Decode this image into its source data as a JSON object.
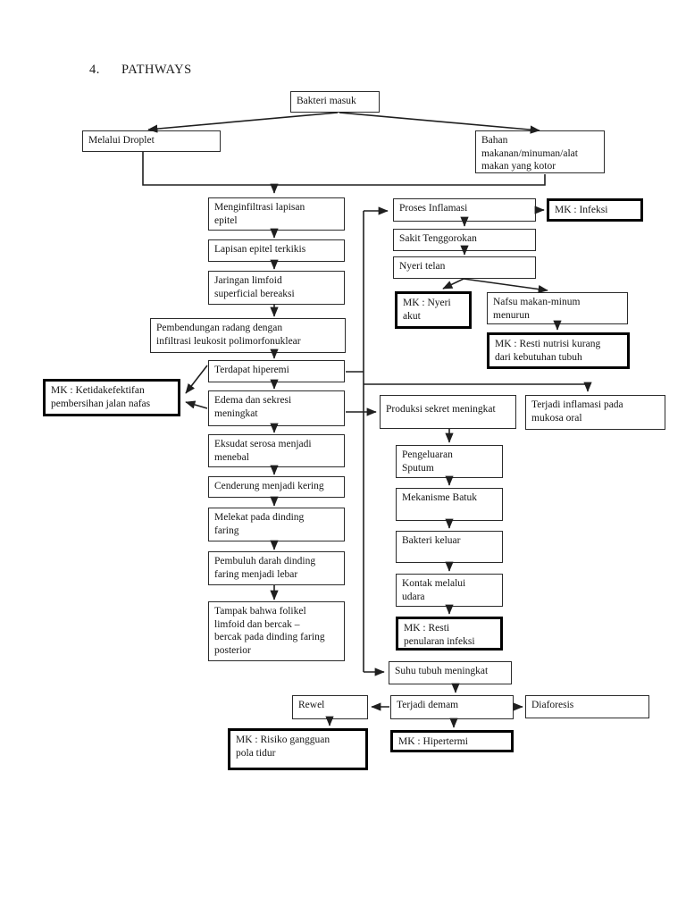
{
  "page": {
    "number": "4.",
    "title": "PATHWAYS"
  },
  "colors": {
    "background": "#ffffff",
    "line": "#1f1f1f",
    "box_border": "#2b2b2b",
    "mk_box_border": "#000000",
    "text": "#141414"
  },
  "nodes": {
    "bakteri_masuk": {
      "label": "Bakteri masuk"
    },
    "melalui_droplet": {
      "label": "Melalui Droplet"
    },
    "bahan_makanan": {
      "label": "Bahan\nmakanan/minuman/alat\nmakan yang kotor"
    },
    "menginfiltrasi": {
      "label": "Menginfiltrasi lapisan\nepitel"
    },
    "lapisan_epitel": {
      "label": "Lapisan epitel terkikis"
    },
    "jaringan_limfoid": {
      "label": "Jaringan limfoid\nsuperficial bereaksi"
    },
    "pembendungan": {
      "label": "Pembendungan radang dengan\ninfiltrasi leukosit polimorfonuklear"
    },
    "terdapat_hiperemi": {
      "label": "Terdapat hiperemi"
    },
    "edema_sekresi": {
      "label": "Edema dan sekresi\nmeningkat"
    },
    "eksudat": {
      "label": "Eksudat serosa menjadi\nmenebal"
    },
    "cenderung": {
      "label": "Cenderung menjadi kering"
    },
    "melekat": {
      "label": "Melekat  pada dinding\nfaring"
    },
    "pembuluh": {
      "label": "Pembuluh darah dinding\nfaring menjadi lebar"
    },
    "tampak_folikel": {
      "label": "Tampak bahwa folikel\nlimfoid dan bercak –\nbercak pada dinding faring\nposterior"
    },
    "mk_ketidakefektifan": {
      "label": "MK : Ketidakefektifan\npembersihan jalan nafas"
    },
    "proses_inflamasi": {
      "label": "Proses Inflamasi"
    },
    "mk_infeksi": {
      "label": "MK : Infeksi"
    },
    "sakit_tenggorokan": {
      "label": "Sakit Tenggorokan"
    },
    "nyeri_telan": {
      "label": "Nyeri telan"
    },
    "mk_nyeri_akut": {
      "label": "MK : Nyeri\nakut"
    },
    "nafsu_makan": {
      "label": "Nafsu makan-minum\nmenurun"
    },
    "mk_resti_nutrisi": {
      "label": "MK : Resti nutrisi kurang\ndari kebutuhan tubuh"
    },
    "produksi_sekret": {
      "label": "Produksi sekret meningkat"
    },
    "terjadi_inflamasi": {
      "label": "Terjadi inflamasi pada\nmukosa oral"
    },
    "pengeluaran_sputum": {
      "label": "Pengeluaran\nSputum"
    },
    "mekanisme_batuk": {
      "label": "Mekanisme Batuk"
    },
    "bakteri_keluar": {
      "label": "Bakteri keluar"
    },
    "kontak_udara": {
      "label": "Kontak melalui\nudara"
    },
    "mk_resti_penularan": {
      "label": "MK : Resti\npenularan infeksi"
    },
    "suhu_tubuh": {
      "label": "Suhu tubuh meningkat"
    },
    "rewel": {
      "label": "Rewel"
    },
    "terjadi_demam": {
      "label": "Terjadi demam"
    },
    "diaforesis": {
      "label": "Diaforesis"
    },
    "mk_risiko_tidur": {
      "label": "MK : Risiko gangguan\npola tidur"
    },
    "mk_hipertermi": {
      "label": "MK : Hipertermi"
    }
  }
}
